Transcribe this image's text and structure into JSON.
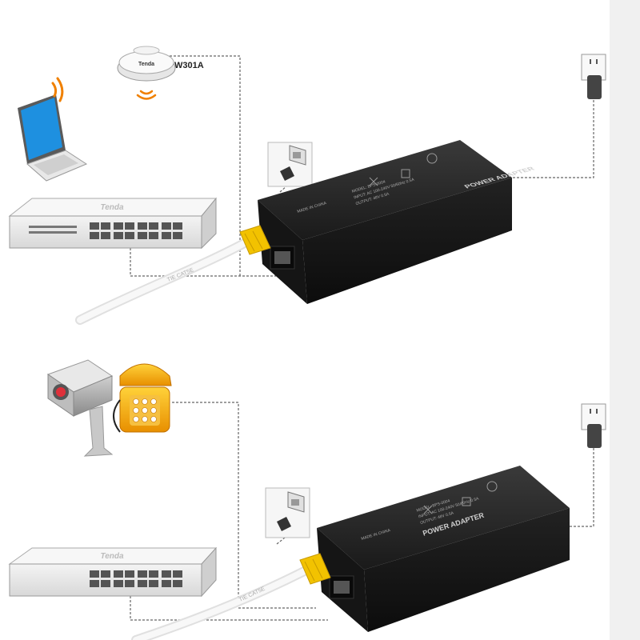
{
  "access_point": {
    "model_label": "W301A",
    "logo_text": "Tenda"
  },
  "switch": {
    "brand_text": "Tenda"
  },
  "adapter": {
    "title": "POWER ADAPTER",
    "made_in": "MADE IN CHINA",
    "model_line": "MODEL: BPS-0004",
    "input_line": "INPUT: AC 100-240V 50/60Hz 0.5A",
    "output_line": "OUTPUT: 48V 0.5A"
  },
  "cable": {
    "print_text": "TIE CAT5E"
  },
  "colors": {
    "adapter_body": "#1e1e1e",
    "connector": "#f2c200",
    "laptop_screen": "#1e90e0",
    "wifi_waves": "#f08000",
    "phone": "#f5a800",
    "camera_lens": "#e0303a",
    "dashed_line": "#666666"
  },
  "icons": [
    "laptop-icon",
    "access-point-icon",
    "ip-camera-icon",
    "telephone-icon",
    "wall-outlet-icon",
    "wall-jack-icon",
    "wifi-icon"
  ]
}
